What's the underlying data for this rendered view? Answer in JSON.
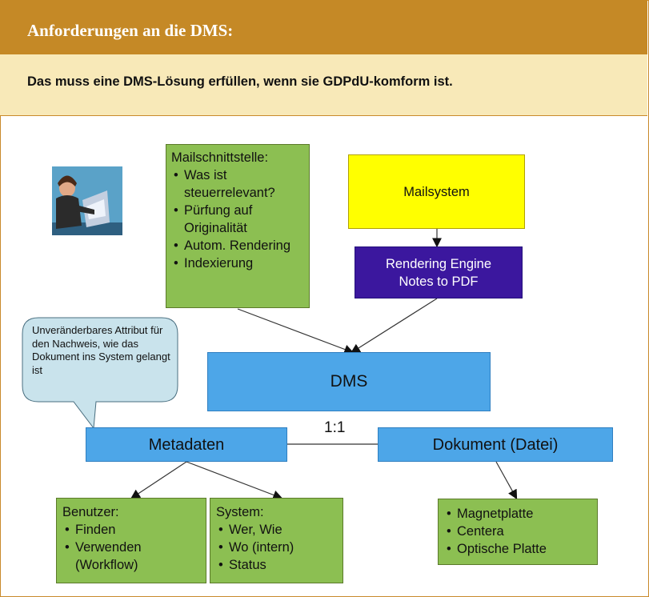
{
  "header": {
    "title": "Anforderungen an die DMS:"
  },
  "subheader": {
    "text": "Das muss eine DMS-Lösung erfüllen, wenn sie GDPdU-komform ist."
  },
  "diagram": {
    "mail_interface": {
      "title": "Mailschnittstelle:",
      "items": [
        "Was ist steuerrelevant?",
        "Pürfung auf Originalität",
        "Autom. Rendering",
        "Indexierung"
      ]
    },
    "mailsystem": "Mailsystem",
    "rendering": {
      "line1": "Rendering Engine",
      "line2": "Notes to PDF"
    },
    "callout": "Unveränderbares Attribut für den Nachweis, wie das Dokument ins System gelangt ist",
    "dms": "DMS",
    "metadaten": "Metadaten",
    "ratio": "1:1",
    "dokument": "Dokument (Datei)",
    "benutzer": {
      "title": "Benutzer:",
      "items": [
        "Finden",
        "Verwenden (Workflow)"
      ]
    },
    "system": {
      "title": "System:",
      "items": [
        "Wer, Wie",
        "Wo (intern)",
        "Status"
      ]
    },
    "storage": {
      "items": [
        "Magnetplatte",
        "Centera",
        "Optische Platte"
      ]
    }
  },
  "colors": {
    "header": "#c58926",
    "subheader": "#f8e9b8",
    "green": "#8cbf52",
    "blue": "#4da6e8",
    "yellow": "#ffff00",
    "purple": "#3b179e",
    "callout": "#c9e3ec"
  }
}
